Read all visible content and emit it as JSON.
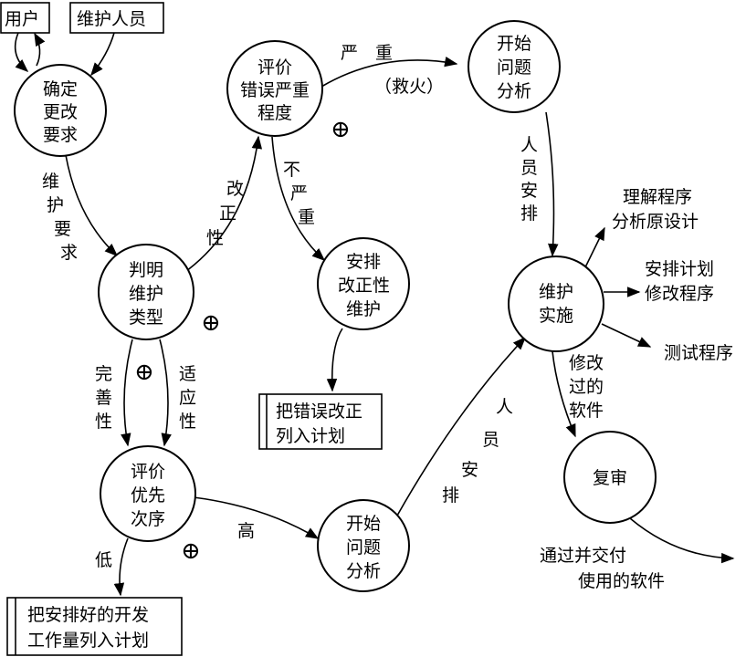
{
  "boxes": {
    "user": "用户",
    "maintainer": "维护人员",
    "fix_plan": [
      "把错误改正",
      "列入计划"
    ],
    "dev_plan": [
      "把安排好的开发",
      "工作量列入计划"
    ]
  },
  "nodes": {
    "confirm": [
      "确定",
      "更改",
      "要求"
    ],
    "evaluate_severity": [
      "评价",
      "错误严重",
      "程度"
    ],
    "start_analysis_top": [
      "开始",
      "问题",
      "分析"
    ],
    "determine_type": [
      "判明",
      "维护",
      "类型"
    ],
    "arrange_corrective": [
      "安排",
      "改正性",
      "维护"
    ],
    "implement": [
      "维护",
      "实施"
    ],
    "evaluate_priority": [
      "评价",
      "优先",
      "次序"
    ],
    "start_analysis_bottom": [
      "开始",
      "问题",
      "分析"
    ],
    "review": "复审"
  },
  "labels": {
    "maintenance_request": [
      "维",
      "护",
      "要",
      "求"
    ],
    "corrective": [
      "改",
      "正",
      "性"
    ],
    "severe": "严　重",
    "firefight": "（救火）",
    "not_severe": [
      "不",
      "严",
      "重"
    ],
    "staffing_top": [
      "人",
      "员",
      "安",
      "排"
    ],
    "perfective": [
      "完",
      "善",
      "性"
    ],
    "adaptive": [
      "适",
      "应",
      "性"
    ],
    "high": "高",
    "low": "低",
    "staffing_bottom": [
      "人",
      "员",
      "安",
      "排"
    ],
    "outputs": [
      [
        "理解程序",
        "分析原设计"
      ],
      [
        "安排计划",
        "修改程序"
      ],
      "测试程序"
    ],
    "modified_software": [
      "修改",
      "过的",
      "软件"
    ],
    "delivered": [
      "通过并交付",
      "使用的软件"
    ],
    "oplus": "⊕"
  }
}
